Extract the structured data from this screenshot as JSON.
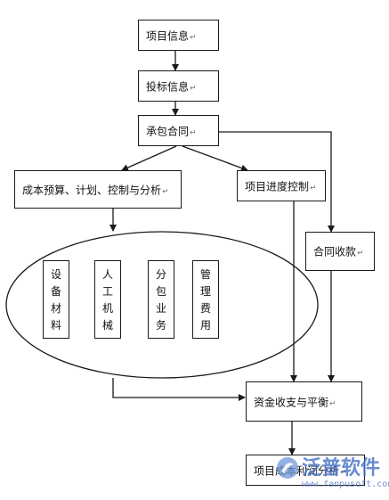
{
  "diagram": {
    "nodes": {
      "project_info": "项目信息",
      "bid_info": "投标信息",
      "contract": "承包合同",
      "cost_budget": "成本预算、计划、控制与分析",
      "progress_control": "项目进度控制",
      "contract_receipts": "合同收款",
      "fund_balance": "资金收支与平衡",
      "profit_analysis": "项目成本利润分析"
    },
    "paragraph_mark": "↵",
    "cost_items": [
      [
        "设",
        "备",
        "材",
        "料"
      ],
      [
        "人",
        "工",
        "机",
        "械"
      ],
      [
        "分",
        "包",
        "业",
        "务"
      ],
      [
        "管",
        "理",
        "费",
        "用"
      ]
    ]
  },
  "watermark": {
    "brand": "泛普软件",
    "url": "www.fanpusoft.com"
  }
}
